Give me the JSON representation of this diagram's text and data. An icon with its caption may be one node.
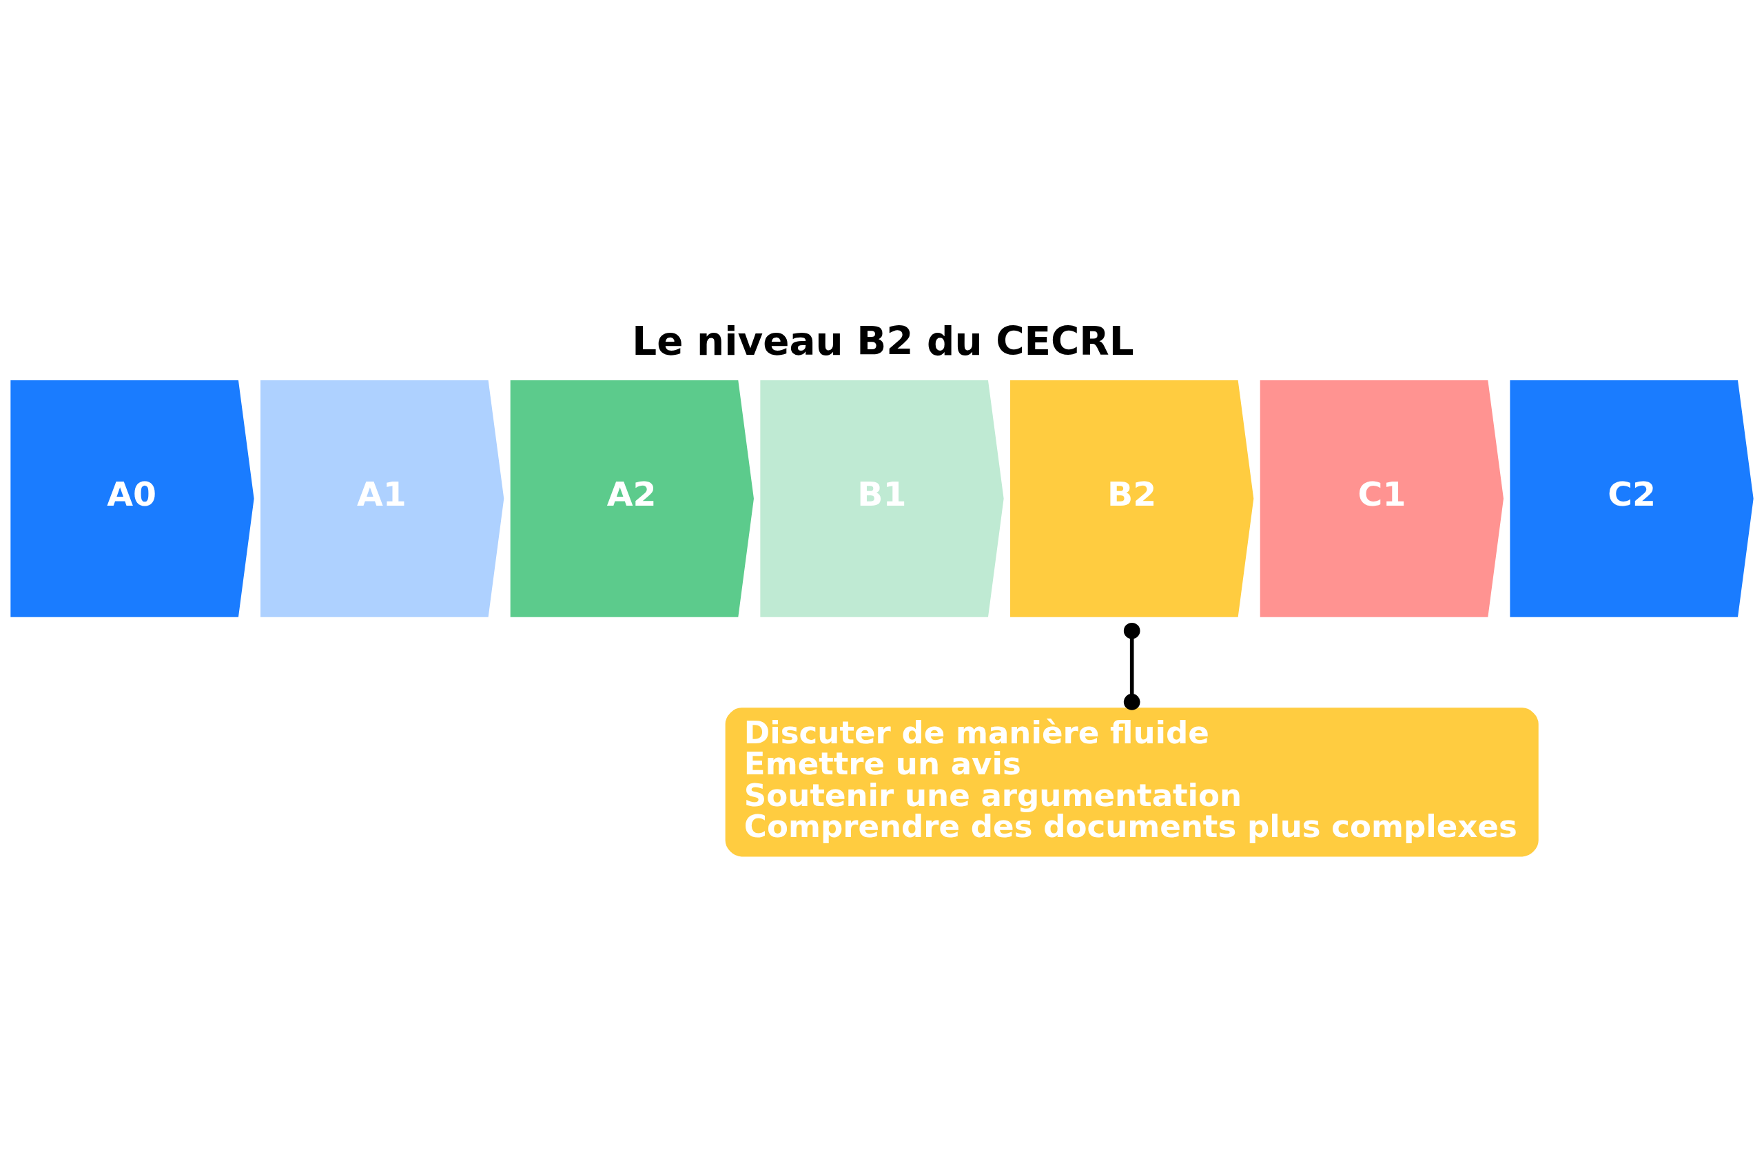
{
  "diagram": {
    "title": "Le niveau B2 du CECRL",
    "nodes": [
      {
        "text": [
          "A0"
        ]
      },
      {
        "text": [
          "A1"
        ]
      },
      {
        "text": [
          "A2"
        ]
      },
      {
        "text": [
          "B1"
        ]
      },
      {
        "text": [
          "B2"
        ]
      },
      {
        "text": [
          "C1"
        ]
      },
      {
        "text": [
          "C2"
        ]
      },
      {
        "text": [
          "Discuter de manière fluide",
          "Emettre un avis",
          "Soutenir une argumentation",
          "Comprendre des documents plus complexes"
        ]
      }
    ],
    "edges": [
      {
        "from": 7,
        "to": 4,
        "arrow": "other"
      }
    ]
  }
}
